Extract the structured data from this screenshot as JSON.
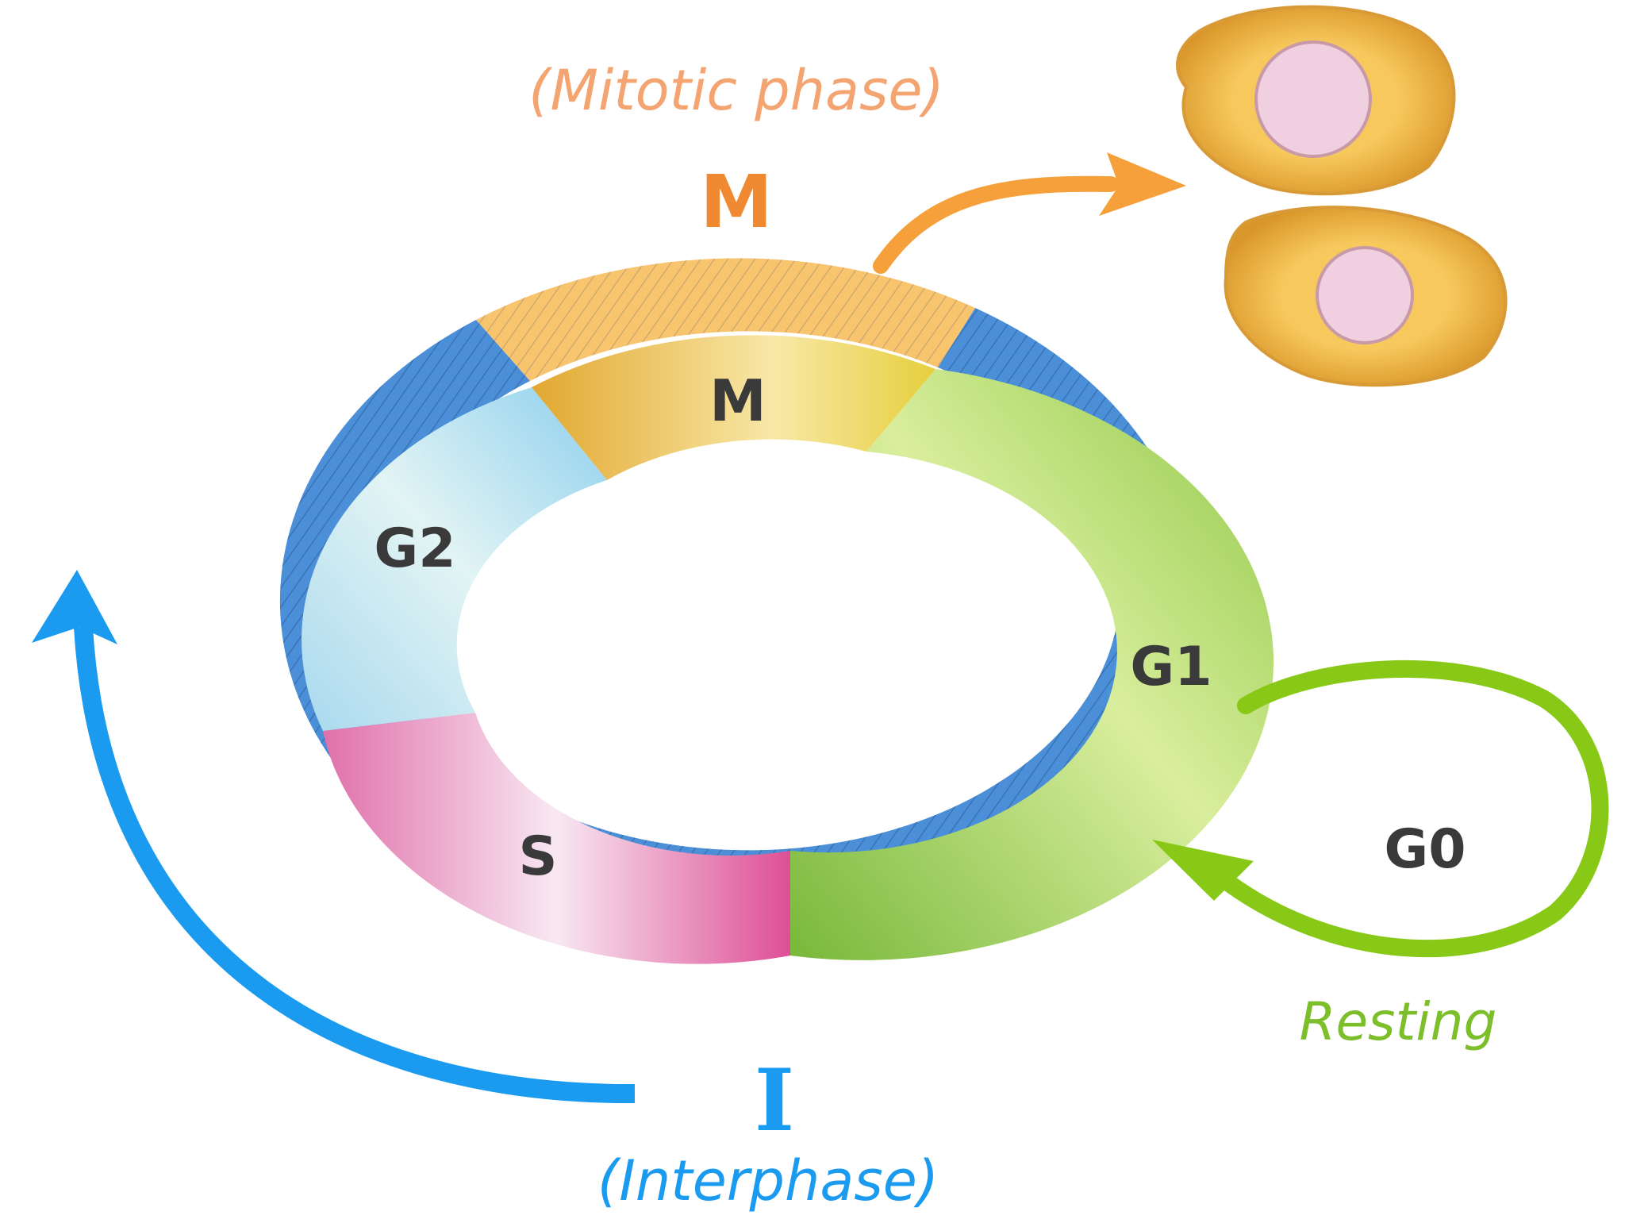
{
  "labels": {
    "mitotic_phase": "(Mitotic phase)",
    "m_outer": "M",
    "m_inner": "M",
    "g2": "G2",
    "g1": "G1",
    "s": "S",
    "g0": "G0",
    "resting": "Resting",
    "interphase_letter": "I",
    "interphase": "(Interphase)"
  },
  "colors": {
    "interphase_band": "#4a8fd8",
    "mitotic_band": "#f9c46e",
    "mitotic_text": "#f08a32",
    "interphase_text": "#1a9bef",
    "resting_text": "#7cbf2a",
    "g0_loop": "#88c918",
    "g1": "#a6d45e",
    "g2": "#bfe6ef",
    "s": "#e680b4",
    "m_inner": "#ecc044",
    "cell_body": "#f3b23c",
    "cell_nucleus": "#f0cfe0"
  }
}
